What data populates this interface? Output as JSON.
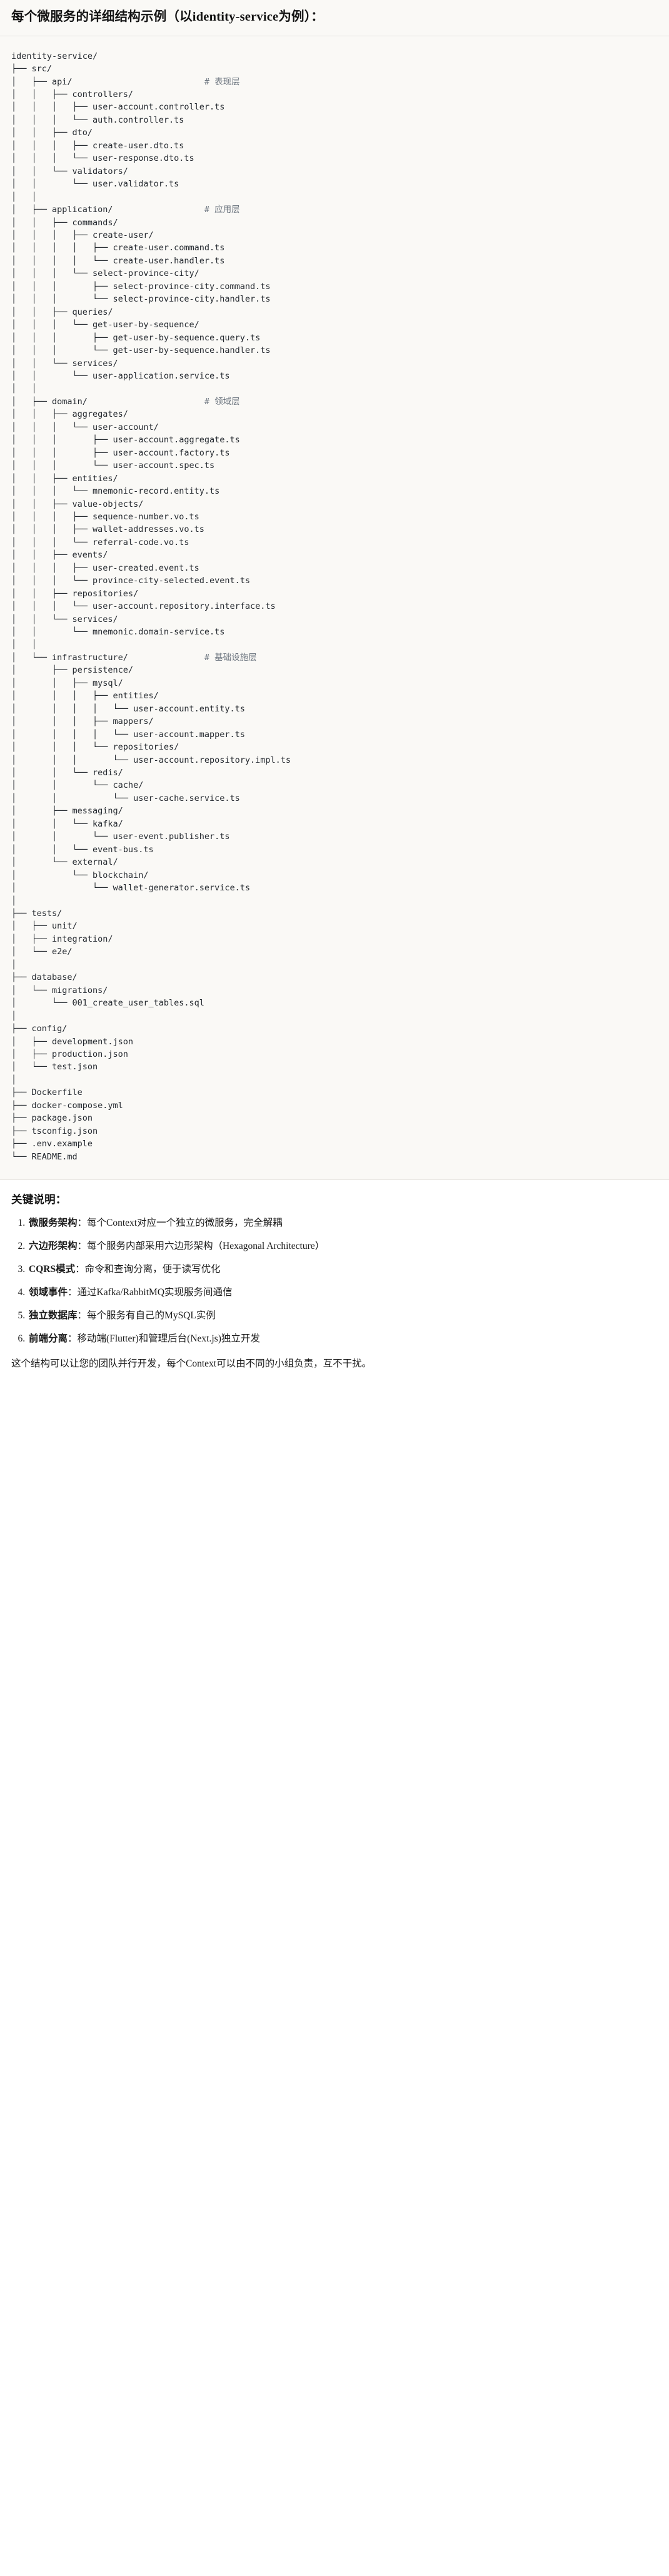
{
  "heading": {
    "text": "每个微服务的详细结构示例（以identity-service为例）："
  },
  "tree": {
    "root": "identity-service/",
    "comments": {
      "api": "# 表现层",
      "application": "# 应用层",
      "domain": "# 领域层",
      "infrastructure": "# 基础设施层"
    },
    "text": "identity-service/\n├── src/\n│   ├── api/                          # 表现层\n│   │   ├── controllers/\n│   │   │   ├── user-account.controller.ts\n│   │   │   └── auth.controller.ts\n│   │   ├── dto/\n│   │   │   ├── create-user.dto.ts\n│   │   │   └── user-response.dto.ts\n│   │   └── validators/\n│   │       └── user.validator.ts\n│   │\n│   ├── application/                  # 应用层\n│   │   ├── commands/\n│   │   │   ├── create-user/\n│   │   │   │   ├── create-user.command.ts\n│   │   │   │   └── create-user.handler.ts\n│   │   │   └── select-province-city/\n│   │   │       ├── select-province-city.command.ts\n│   │   │       └── select-province-city.handler.ts\n│   │   ├── queries/\n│   │   │   └── get-user-by-sequence/\n│   │   │       ├── get-user-by-sequence.query.ts\n│   │   │       └── get-user-by-sequence.handler.ts\n│   │   └── services/\n│   │       └── user-application.service.ts\n│   │\n│   ├── domain/                       # 领域层\n│   │   ├── aggregates/\n│   │   │   └── user-account/\n│   │   │       ├── user-account.aggregate.ts\n│   │   │       ├── user-account.factory.ts\n│   │   │       └── user-account.spec.ts\n│   │   ├── entities/\n│   │   │   └── mnemonic-record.entity.ts\n│   │   ├── value-objects/\n│   │   │   ├── sequence-number.vo.ts\n│   │   │   ├── wallet-addresses.vo.ts\n│   │   │   └── referral-code.vo.ts\n│   │   ├── events/\n│   │   │   ├── user-created.event.ts\n│   │   │   └── province-city-selected.event.ts\n│   │   ├── repositories/\n│   │   │   └── user-account.repository.interface.ts\n│   │   └── services/\n│   │       └── mnemonic.domain-service.ts\n│   │\n│   └── infrastructure/               # 基础设施层\n│       ├── persistence/\n│       │   ├── mysql/\n│       │   │   ├── entities/\n│       │   │   │   └── user-account.entity.ts\n│       │   │   ├── mappers/\n│       │   │   │   └── user-account.mapper.ts\n│       │   │   └── repositories/\n│       │   │       └── user-account.repository.impl.ts\n│       │   └── redis/\n│       │       └── cache/\n│       │           └── user-cache.service.ts\n│       ├── messaging/\n│       │   └── kafka/\n│       │       └── user-event.publisher.ts\n│       │   └── event-bus.ts\n│       └── external/\n│           └── blockchain/\n│               └── wallet-generator.service.ts\n│\n├── tests/\n│   ├── unit/\n│   ├── integration/\n│   └── e2e/\n│\n├── database/\n│   └── migrations/\n│       └── 001_create_user_tables.sql\n│\n├── config/\n│   ├── development.json\n│   ├── production.json\n│   └── test.json\n│\n├── Dockerfile\n├── docker-compose.yml\n├── package.json\n├── tsconfig.json\n├── .env.example\n└── README.md"
  },
  "notes": {
    "title": "关键说明：",
    "items": [
      {
        "key": "微服务架构",
        "sep": "：",
        "value": "每个Context对应一个独立的微服务，完全解耦"
      },
      {
        "key": "六边形架构",
        "sep": "：",
        "value": "每个服务内部采用六边形架构（Hexagonal Architecture）"
      },
      {
        "key": "CQRS模式",
        "sep": "：",
        "value": "命令和查询分离，便于读写优化"
      },
      {
        "key": "领域事件",
        "sep": "：",
        "value": "通过Kafka/RabbitMQ实现服务间通信"
      },
      {
        "key": "独立数据库",
        "sep": "：",
        "value": "每个服务有自己的MySQL实例"
      },
      {
        "key": "前端分离",
        "sep": "：",
        "value": "移动端(Flutter)和管理后台(Next.js)独立开发"
      }
    ],
    "closing": "这个结构可以让您的团队并行开发，每个Context可以由不同的小组负责，互不干扰。"
  }
}
